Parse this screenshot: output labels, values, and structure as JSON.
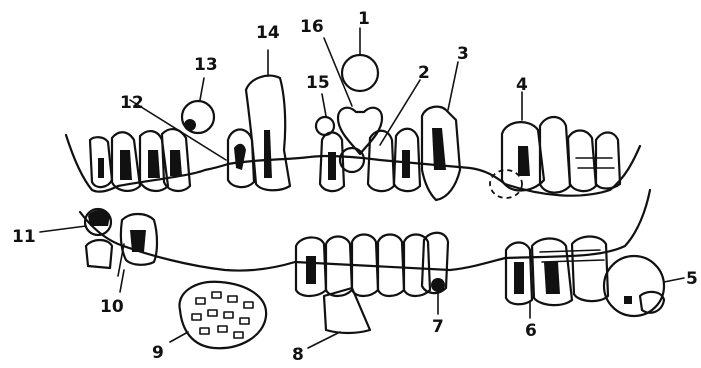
{
  "figure": {
    "labels": [
      {
        "id": "1",
        "text": "1"
      },
      {
        "id": "2",
        "text": "2"
      },
      {
        "id": "3",
        "text": "3"
      },
      {
        "id": "4",
        "text": "4"
      },
      {
        "id": "5",
        "text": "5"
      },
      {
        "id": "6",
        "text": "6"
      },
      {
        "id": "7",
        "text": "7"
      },
      {
        "id": "8",
        "text": "8"
      },
      {
        "id": "9",
        "text": "9"
      },
      {
        "id": "10",
        "text": "10"
      },
      {
        "id": "11",
        "text": "11"
      },
      {
        "id": "12",
        "text": "12"
      },
      {
        "id": "13",
        "text": "13"
      },
      {
        "id": "14",
        "text": "14"
      },
      {
        "id": "15",
        "text": "15"
      },
      {
        "id": "16",
        "text": "16"
      }
    ]
  }
}
